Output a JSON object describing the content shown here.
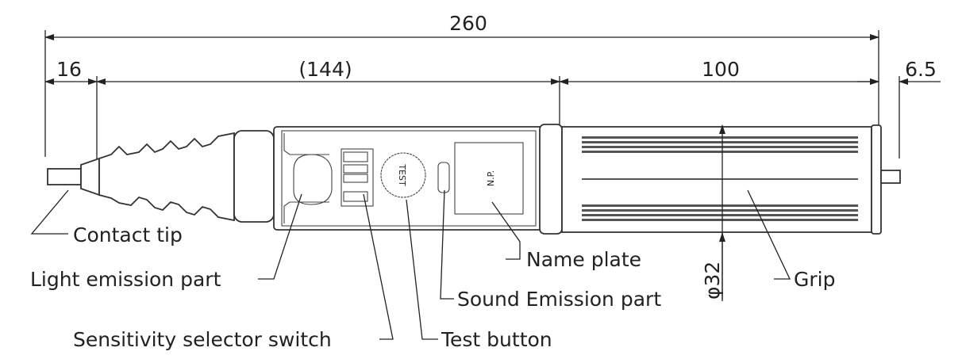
{
  "dimensions": {
    "overall": "260",
    "tip": "16",
    "body": "(144)",
    "grip": "100",
    "end": "6.5",
    "diameter": "φ32"
  },
  "labels": {
    "contact_tip": "Contact tip",
    "light_emission": "Light emission part",
    "name_plate": "Name plate",
    "grip": "Grip",
    "sound_emission": "Sound Emission part",
    "sensitivity_switch": "Sensitivity selector switch",
    "test_button": "Test button"
  },
  "device_markings": {
    "test": "TEST",
    "name_plate": "N.P."
  }
}
